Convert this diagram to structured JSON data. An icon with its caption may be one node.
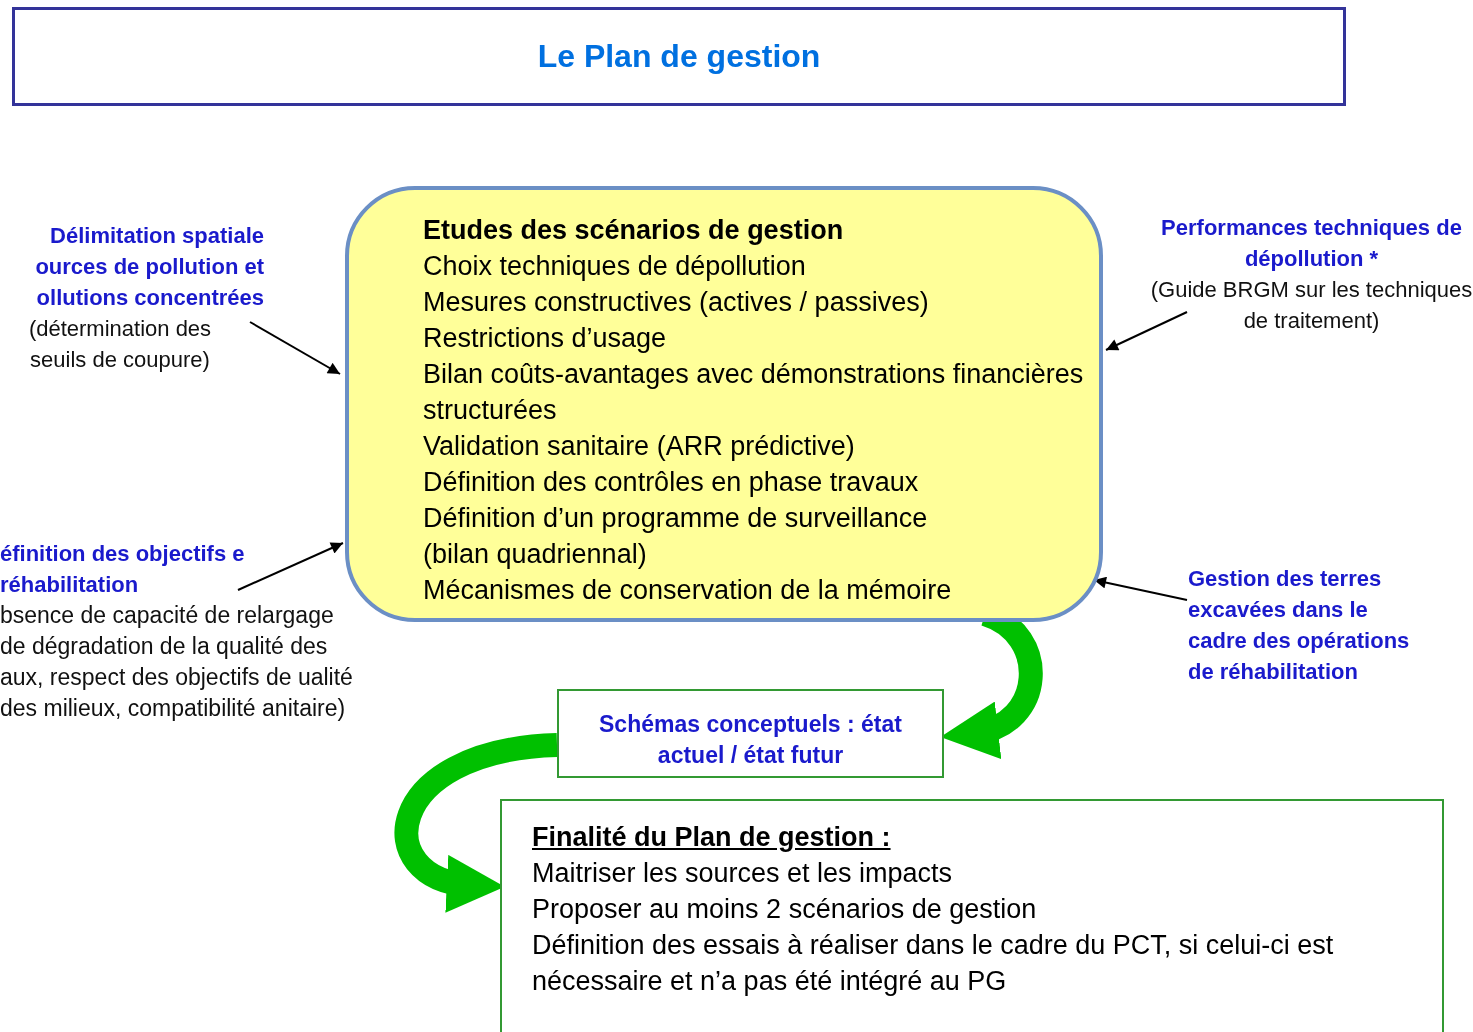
{
  "diagram": {
    "title": "Le Plan de gestion",
    "nodes": [
      {
        "text": [
          "Etudes des scénarios de gestion",
          "Choix techniques de dépollution",
          "Mesures constructives (actives / passives)",
          "Restrictions d’usage",
          "Bilan coûts-avantages avec démonstrations financières structurées",
          "Validation sanitaire (ARR prédictive)",
          "Définition des contrôles en phase travaux",
          "Définition d’un programme de surveillance (bilan quadriennal)",
          "Mécanismes de conservation de la mémoire"
        ]
      },
      {
        "text": [
          "Délimitation spatiale ources de pollution et ollutions concentrées",
          "(détermination des seuils de coupure)"
        ]
      },
      {
        "text": [
          "Performances techniques de dépollution *",
          "(Guide BRGM sur les techniques de traitement)"
        ]
      },
      {
        "text": [
          "éfinition des objectifs e réhabilitation",
          "bsence de capacité de relargage de dégradation de la qualité des aux, respect des objectifs de ualité des milieux, compatibilité anitaire)"
        ]
      },
      {
        "text": [
          "Gestion des terres excavées dans le cadre des opérations de réhabilitation"
        ]
      },
      {
        "text": [
          "Schémas conceptuels : état actuel / état futur"
        ]
      },
      {
        "text": [
          "Finalité du Plan de gestion :",
          "Maitriser les sources et les impacts",
          "Proposer au moins 2 scénarios de gestion",
          "Définition des essais à réaliser dans le cadre du PCT, si celui-ci est nécessaire et n’a pas été intégré au PG"
        ]
      }
    ],
    "edges": [
      {
        "from": 1,
        "to": 0,
        "arrow": "to"
      },
      {
        "from": 2,
        "to": 0,
        "arrow": "to"
      },
      {
        "from": 3,
        "to": 0,
        "arrow": "to"
      },
      {
        "from": 4,
        "to": 0,
        "arrow": "to"
      },
      {
        "from": 0,
        "to": 5,
        "arrow": "to",
        "style": "thick",
        "color": "#00c000"
      },
      {
        "from": 5,
        "to": 6,
        "arrow": "to",
        "style": "thick",
        "color": "#00c000"
      }
    ]
  }
}
